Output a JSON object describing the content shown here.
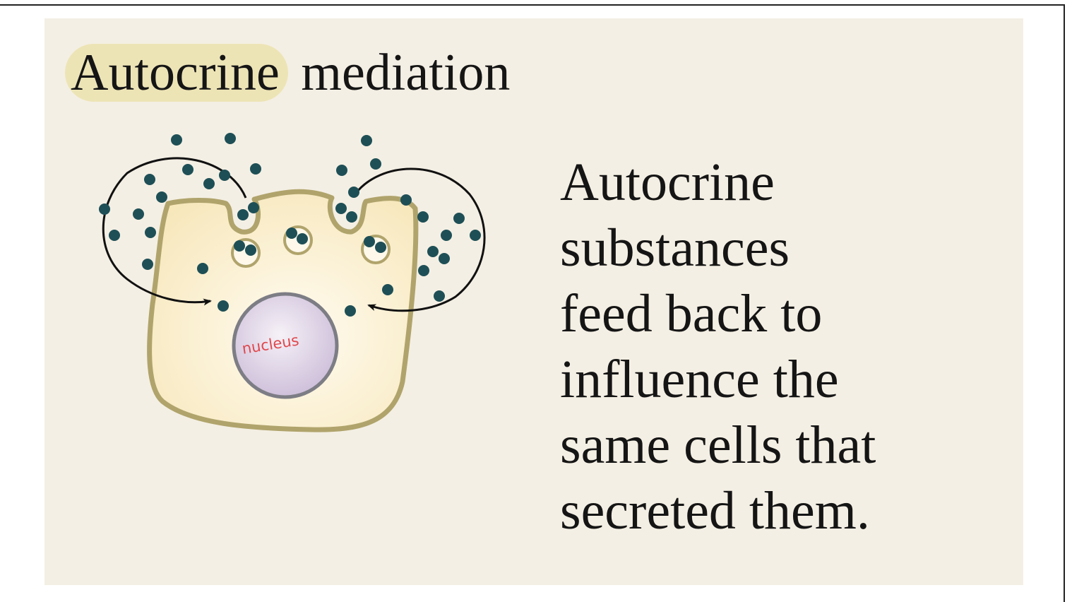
{
  "title": {
    "highlighted": "Autocrine",
    "rest": "mediation"
  },
  "description": {
    "lines": [
      "Autocrine",
      "substances",
      "feed back to",
      "influence the",
      "same cells that",
      "secreted them."
    ]
  },
  "diagram": {
    "nucleus_label": "nucleus"
  },
  "colors": {
    "panel": "#f4efe4",
    "highlight": "#ede4b6",
    "cell_fill": "#fbefc9",
    "cell_outline": "#b0a46c",
    "nucleus_fill": "#dcd0e4",
    "nucleus_outline": "#7d7d85",
    "molecule": "#1e4f56",
    "arrow": "#111111",
    "label": "#e0474c"
  }
}
